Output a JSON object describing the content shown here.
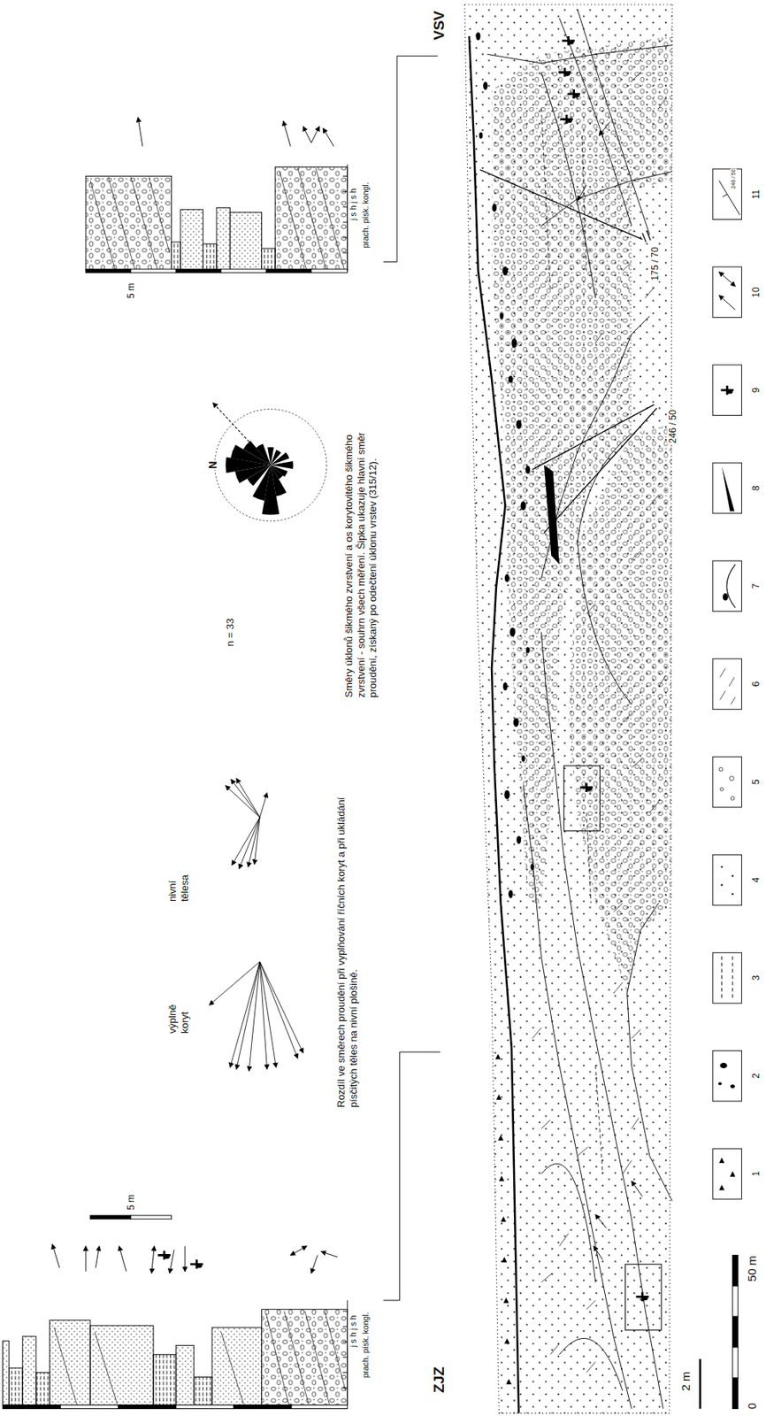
{
  "diagram": {
    "labels": [
      "5 m",
      "prach. písk. kongl.",
      "j s h j s h",
      "Směry úklonů šikmého zvrstvení a os korytovitého šikmého zvrstvení - souhrn všech měření. Šipka ukazuje hlavní směr proudění, získaný po odečtení úklonu vrstev (315/12).",
      "N",
      "n = 33",
      "nivní tělesa",
      "výplně koryt",
      "Rozdíl ve směrech proudění při vyplňování říčních koryt a při ukládání písčitých těles na nivní plošině.",
      "5 m",
      "prach. písk. kongl.",
      "j s h j s h",
      "VSV",
      "ZJZ",
      "175 / 70",
      "246 / 50",
      "246 / 50",
      "2 m",
      "0",
      "50 m"
    ],
    "legend": [
      {
        "text": "1"
      },
      {
        "text": "2"
      },
      {
        "text": "3"
      },
      {
        "text": "4"
      },
      {
        "text": "5"
      },
      {
        "text": "6"
      },
      {
        "text": "7"
      },
      {
        "text": "8"
      },
      {
        "text": "9"
      },
      {
        "text": "10"
      },
      {
        "text": "11"
      }
    ]
  }
}
